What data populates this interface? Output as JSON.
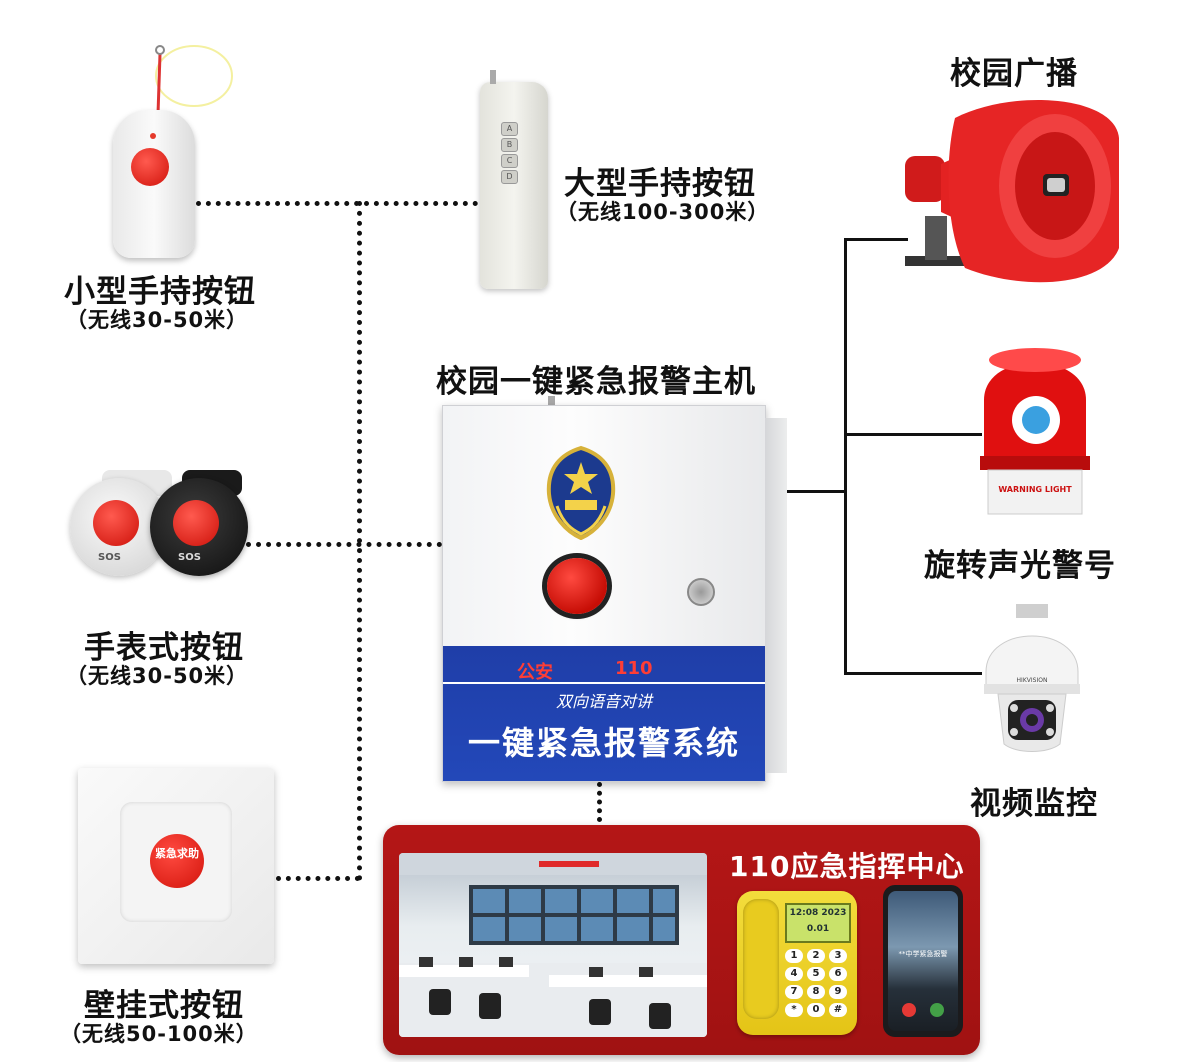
{
  "devices_left": {
    "small_handheld": {
      "title": "小型手持按钮",
      "range": "（无线30-50米）"
    },
    "watch": {
      "title": "手表式按钮",
      "range": "（无线30-50米）",
      "sos": "SOS"
    },
    "wall": {
      "title": "壁挂式按钮",
      "range": "（无线50-100米）",
      "button_text": "紧急求助"
    }
  },
  "large_handheld": {
    "title": "大型手持按钮",
    "range": "（无线100-300米）",
    "keys": [
      "A",
      "B",
      "C",
      "D"
    ]
  },
  "host": {
    "title": "校园一键紧急报警主机",
    "panel_left": "公安",
    "panel_right": "110",
    "voice": "双向语音对讲",
    "system": "一键紧急报警系统"
  },
  "outputs_right": {
    "broadcast": {
      "title": "校园广播"
    },
    "beacon": {
      "title": "旋转声光警号",
      "tag": "WARNING LIGHT"
    },
    "camera": {
      "title": "视频监控",
      "brand": "HIKVISION"
    }
  },
  "command_center": {
    "title": "110应急指挥中心",
    "phone_lcd": [
      "12:08 2023",
      "0.01"
    ],
    "phone_keys": [
      "1",
      "2",
      "3",
      "4",
      "5",
      "6",
      "7",
      "8",
      "9",
      "*",
      "0",
      "#"
    ],
    "mobile_text": "**中学紧急报警"
  },
  "colors": {
    "alarm_red": "#d2140b",
    "panel_blue": "#1f3ea8",
    "center_red": "#a01212",
    "phone_yellow": "#e4c416"
  }
}
